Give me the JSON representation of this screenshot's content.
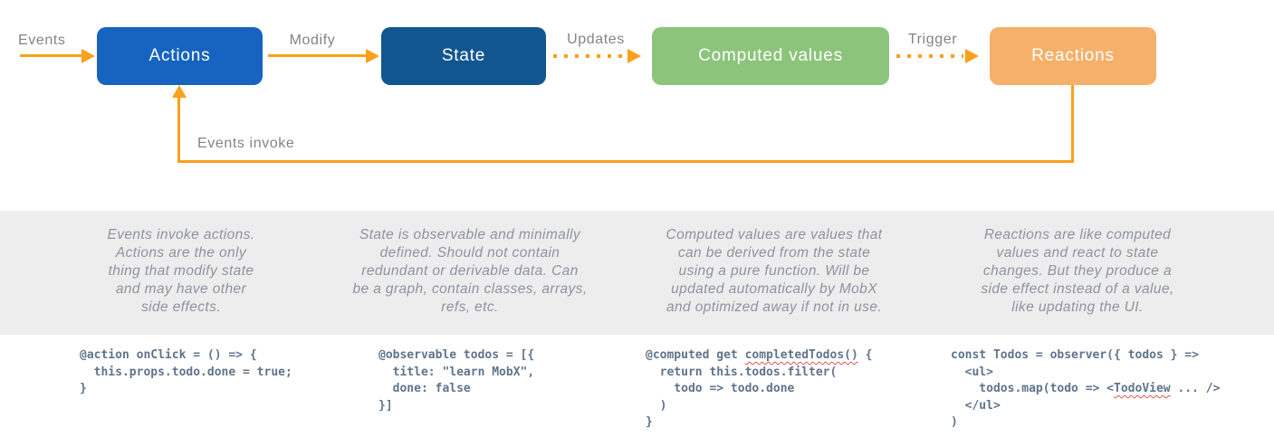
{
  "diagram": {
    "input_label": "Events",
    "nodes": [
      {
        "label": "Actions",
        "color": "#1664C0"
      },
      {
        "label": "State",
        "color": "#12568F"
      },
      {
        "label": "Computed values",
        "color": "#8DC47C"
      },
      {
        "label": "Reactions",
        "color": "#F5B06A"
      }
    ],
    "edges": [
      {
        "label": "Modify",
        "style": "solid"
      },
      {
        "label": "Updates",
        "style": "dotted"
      },
      {
        "label": "Trigger",
        "style": "dotted"
      }
    ],
    "feedback_label": "Events invoke",
    "arrow_color": "#F9A11C",
    "label_color": "#848484"
  },
  "descriptions": [
    {
      "lines": [
        "Events invoke actions.",
        "Actions are the only",
        "thing that modify state",
        "and may have other",
        "side effects."
      ]
    },
    {
      "lines": [
        "State is observable and minimally",
        "defined. Should not contain",
        "redundant or derivable data. Can",
        "be a graph, contain classes, arrays,",
        "refs, etc."
      ]
    },
    {
      "lines": [
        "Computed values are values that",
        "can be derived from the state",
        "using a pure function. Will be",
        "updated automatically by MobX",
        "and optimized away if not in use."
      ]
    },
    {
      "lines": [
        "Reactions are like computed",
        "values and react to state",
        "changes. But they produce a",
        "side effect instead of a value,",
        "like updating the UI."
      ]
    }
  ],
  "code": [
    {
      "lines": [
        "@action onClick = () => {",
        "  this.props.todo.done = true;",
        "}"
      ]
    },
    {
      "lines": [
        "@observable todos = [{",
        "  title: \"learn MobX\",",
        "  done: false",
        "}]"
      ]
    },
    {
      "lines": [
        {
          "pre": "@computed get ",
          "mark": "completedTodos()",
          "post": " {"
        },
        "  return this.todos.filter(",
        "    todo => todo.done",
        "  )",
        "}"
      ]
    },
    {
      "lines": [
        "const Todos = observer({ todos } =>",
        "  <ul>",
        {
          "pre": "    todos.map(todo => <",
          "mark": "TodoView",
          "post": " ... />"
        },
        "  </ul>",
        ")"
      ]
    }
  ],
  "colors": {
    "band_background": "#EDEDED",
    "description_text": "#8D93A0",
    "code_text": "#60748A",
    "squiggle": "#E05252"
  }
}
